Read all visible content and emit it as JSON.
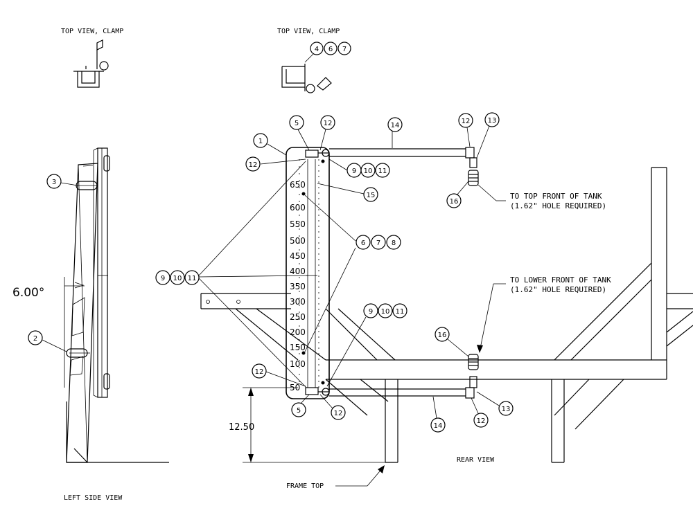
{
  "views": {
    "top_view_left": "TOP  VIEW, CLAMP",
    "top_view_right": "TOP  VIEW, CLAMP",
    "left_side": "LEFT SIDE VIEW",
    "rear": "REAR VIEW",
    "frame_top": "FRAME TOP"
  },
  "notes": {
    "top_front_1": "TO TOP FRONT OF TANK",
    "top_front_2": "(1.62\" HOLE REQUIRED)",
    "lower_front_1": "TO LOWER FRONT OF TANK",
    "lower_front_2": "(1.62\" HOLE REQUIRED)"
  },
  "dimensions": {
    "angle": "6.00°",
    "height": "12.50"
  },
  "gauge_scale": [
    "650",
    "600",
    "550",
    "500",
    "450",
    "400",
    "350",
    "300",
    "250",
    "200",
    "150",
    "100",
    "50"
  ],
  "bubbles": {
    "b1": "1",
    "b2": "2",
    "b3": "3",
    "t4": "4",
    "t6": "6",
    "t7": "7",
    "b5a": "5",
    "b12a": "12",
    "b12b": "12",
    "b9a": "9",
    "b10a": "10",
    "b11a": "11",
    "b14a": "14",
    "b12c": "12",
    "b13a": "13",
    "b16a": "16",
    "b15": "15",
    "b6": "6",
    "b7": "7",
    "b8": "8",
    "b9b": "9",
    "b10b": "10",
    "b11b": "11",
    "b9c": "9",
    "b10c": "10",
    "b11c": "11",
    "b16b": "16",
    "b12d": "12",
    "b5b": "5",
    "b12e": "12",
    "b14b": "14",
    "b12f": "12",
    "b13b": "13"
  }
}
